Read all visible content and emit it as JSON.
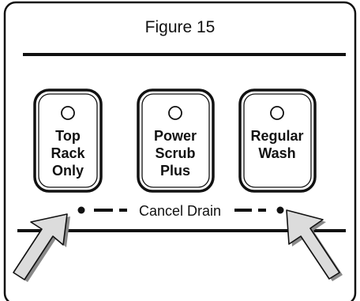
{
  "figure": {
    "title": "Figure 15"
  },
  "buttons": [
    {
      "id": "top-rack-only",
      "lines": [
        "Top",
        "Rack",
        "Only"
      ],
      "indicator": "light-icon"
    },
    {
      "id": "power-scrub-plus",
      "lines": [
        "Power",
        "Scrub",
        "Plus"
      ],
      "indicator": "light-icon"
    },
    {
      "id": "regular-wash",
      "lines": [
        "Regular",
        "Wash"
      ],
      "indicator": "light-icon"
    }
  ],
  "cancel_drain": {
    "label": "Cancel Drain"
  },
  "pointers": [
    {
      "name": "left-arrow-icon",
      "target": "top-rack-only"
    },
    {
      "name": "right-arrow-icon",
      "target": "regular-wash"
    }
  ],
  "colors": {
    "line": "#111111",
    "arrow_fill": "#dcdcdc",
    "arrow_shadow": "#8a8a8a",
    "background": "#ffffff"
  }
}
